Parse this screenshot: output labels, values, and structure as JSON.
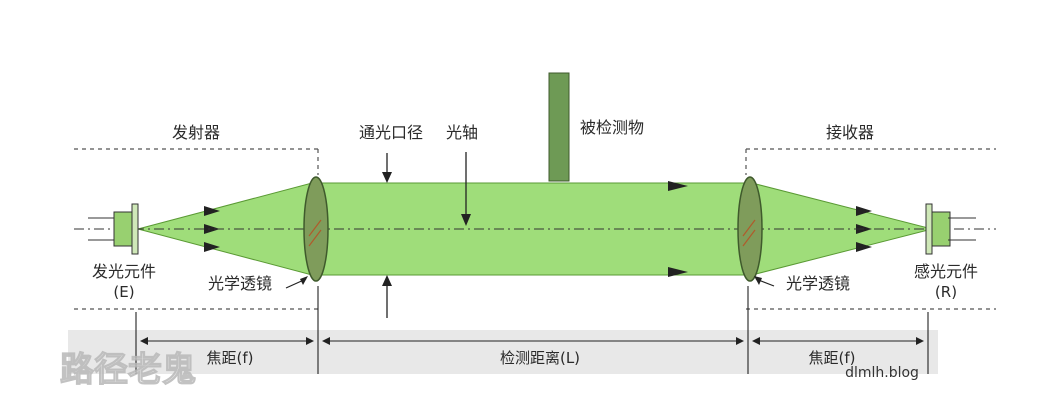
{
  "colors": {
    "beam": "#9fdd7a",
    "beam_edge": "#4f8a2a",
    "lens": "#7a9a55",
    "lens_edge": "#3f5a2c",
    "object": "#6e9a55",
    "element": "#98d070",
    "line": "#222222",
    "dash": "#555555",
    "dimension_band": "#e6e6e6"
  },
  "labels": {
    "emitter_group": "发射器",
    "receiver_group": "接收器",
    "aperture": "通光口径",
    "optical_axis": "光轴",
    "object": "被检测物",
    "emitting_element": "发光元件",
    "emitting_element_code": "(E)",
    "receiving_element": "感光元件",
    "receiving_element_code": "(R)",
    "lens_left": "光学透镜",
    "lens_right": "光学透镜",
    "focal_left": "焦距(f)",
    "detection_distance": "检测距离(L)",
    "focal_right": "焦距(f)",
    "watermark_site": "dlmlh.blog",
    "watermark_brand": "路径老鬼"
  }
}
